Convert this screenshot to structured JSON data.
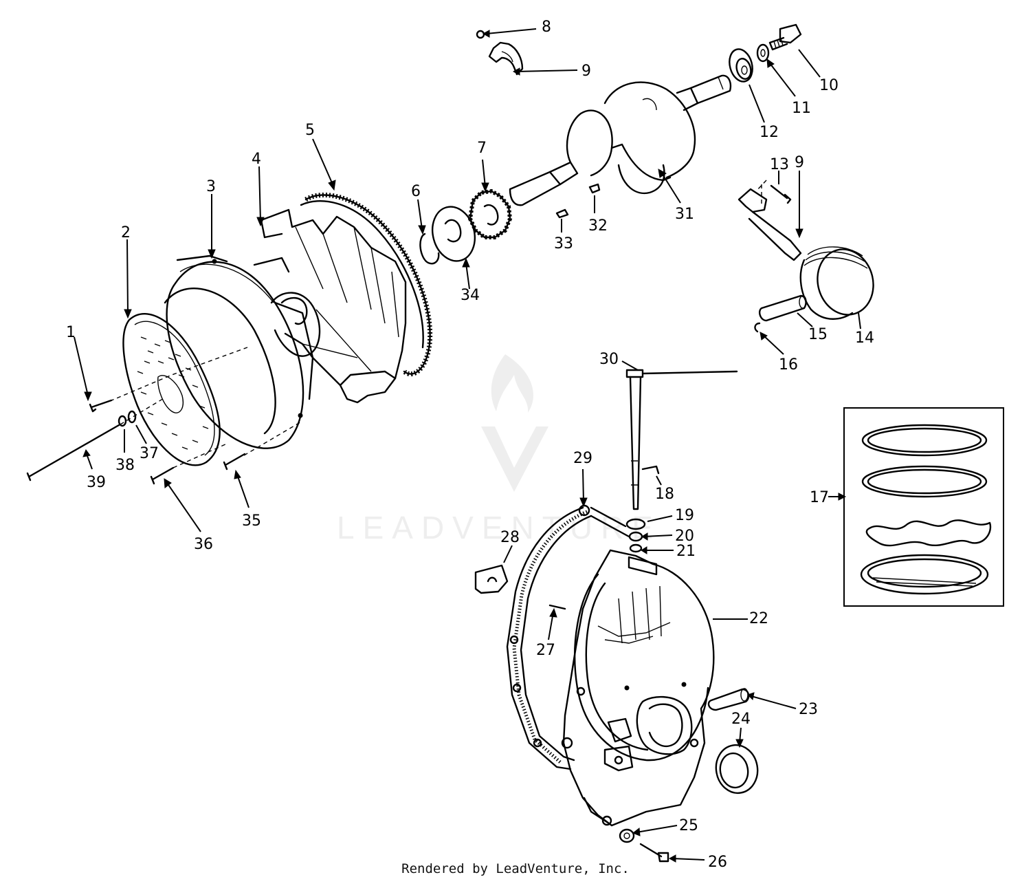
{
  "callouts": [
    "1",
    "2",
    "3",
    "4",
    "5",
    "6",
    "7",
    "8",
    "9",
    "10",
    "11",
    "12",
    "13",
    "9",
    "14",
    "15",
    "16",
    "17",
    "18",
    "19",
    "20",
    "21",
    "22",
    "23",
    "24",
    "25",
    "26",
    "27",
    "28",
    "29",
    "30",
    "31",
    "32",
    "33",
    "34",
    "35",
    "36",
    "37",
    "38",
    "39"
  ],
  "watermark": "LEADVENTURE",
  "credit": "Rendered by LeadVenture, Inc."
}
